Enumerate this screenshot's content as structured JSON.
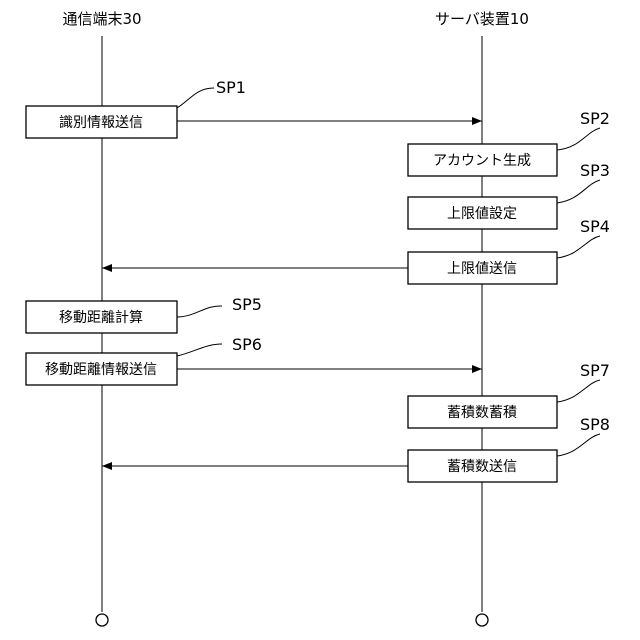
{
  "lifelines": {
    "terminal": "通信端末30",
    "server": "サーバ装置10"
  },
  "steps": [
    {
      "id": "SP1",
      "text": "識別情報送信",
      "side": "terminal",
      "message": "to-server"
    },
    {
      "id": "SP2",
      "text": "アカウント生成",
      "side": "server",
      "message": "none"
    },
    {
      "id": "SP3",
      "text": "上限値設定",
      "side": "server",
      "message": "none"
    },
    {
      "id": "SP4",
      "text": "上限値送信",
      "side": "server",
      "message": "to-terminal"
    },
    {
      "id": "SP5",
      "text": "移動距離計算",
      "side": "terminal",
      "message": "none"
    },
    {
      "id": "SP6",
      "text": "移動距離情報送信",
      "side": "terminal",
      "message": "to-server"
    },
    {
      "id": "SP7",
      "text": "蓄積数蓄積",
      "side": "server",
      "message": "none"
    },
    {
      "id": "SP8",
      "text": "蓄積数送信",
      "side": "server",
      "message": "to-terminal"
    }
  ]
}
